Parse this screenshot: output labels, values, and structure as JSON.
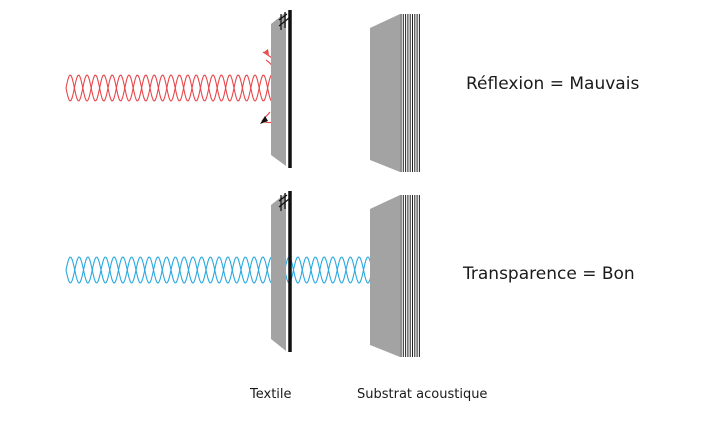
{
  "rows": {
    "reflection": {
      "label": "Réflexion = Mauvais",
      "wave_color": "#e8474b"
    },
    "transparency": {
      "label": "Transparence = Bon",
      "wave_color": "#29a9e0"
    }
  },
  "captions": {
    "textile": "Textile",
    "substrate": "Substrat acoustique"
  },
  "colors": {
    "panel_gray": "#a3a3a3",
    "panel_edge": "#111111",
    "stripe": "#222222",
    "background": "#ffffff"
  }
}
